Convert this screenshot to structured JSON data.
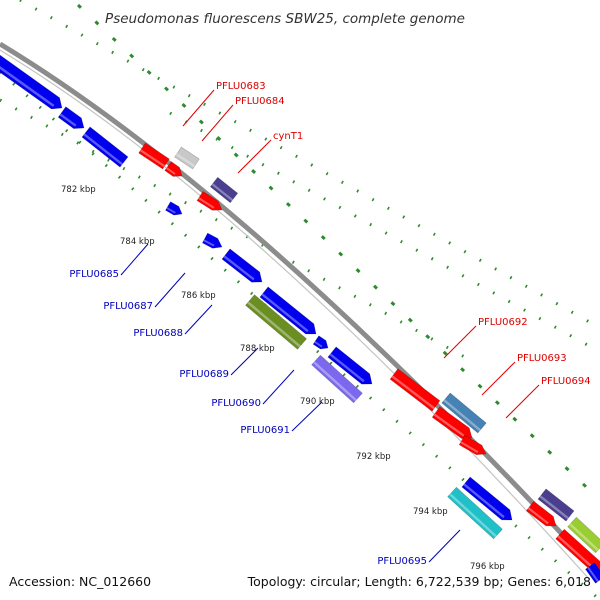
{
  "title": "Pseudomonas fluorescens SBW25, complete genome",
  "footer": {
    "accession": "Accession: NC_012660",
    "topology": "Topology: circular; Length: 6,722,539 bp; Genes: 6,018"
  },
  "colors": {
    "backbone": "#8c8c8c",
    "dots": "#2e8b2e",
    "forward_label": "#dd0000",
    "reverse_label": "#0000bb",
    "red_gene": "#ff0000",
    "blue_gene": "#0000ee",
    "light_gray_gene": "#c8c8c8",
    "dark_slate_gene": "#4a3f8f",
    "olive_gene": "#6b8e23",
    "purple_gene": "#7b68ee",
    "steel_blue_gene": "#4682b4",
    "cyan_gene": "#20c0c8",
    "lime_gene": "#9acd32"
  },
  "ticks": [
    "782 kbp",
    "784 kbp",
    "786 kbp",
    "788 kbp",
    "790 kbp",
    "792 kbp",
    "794 kbp",
    "796 kbp"
  ],
  "gene_labels": [
    {
      "text": "PFLU0683",
      "strand": "forward"
    },
    {
      "text": "PFLU0684",
      "strand": "forward"
    },
    {
      "text": "cynT1",
      "strand": "forward"
    },
    {
      "text": "PFLU0692",
      "strand": "forward"
    },
    {
      "text": "PFLU0693",
      "strand": "forward"
    },
    {
      "text": "PFLU0694",
      "strand": "forward"
    },
    {
      "text": "PFLU0685",
      "strand": "reverse"
    },
    {
      "text": "PFLU0687",
      "strand": "reverse"
    },
    {
      "text": "PFLU0688",
      "strand": "reverse"
    },
    {
      "text": "PFLU0689",
      "strand": "reverse"
    },
    {
      "text": "PFLU0690",
      "strand": "reverse"
    },
    {
      "text": "PFLU0691",
      "strand": "reverse"
    },
    {
      "text": "PFLU0695",
      "strand": "reverse"
    }
  ]
}
